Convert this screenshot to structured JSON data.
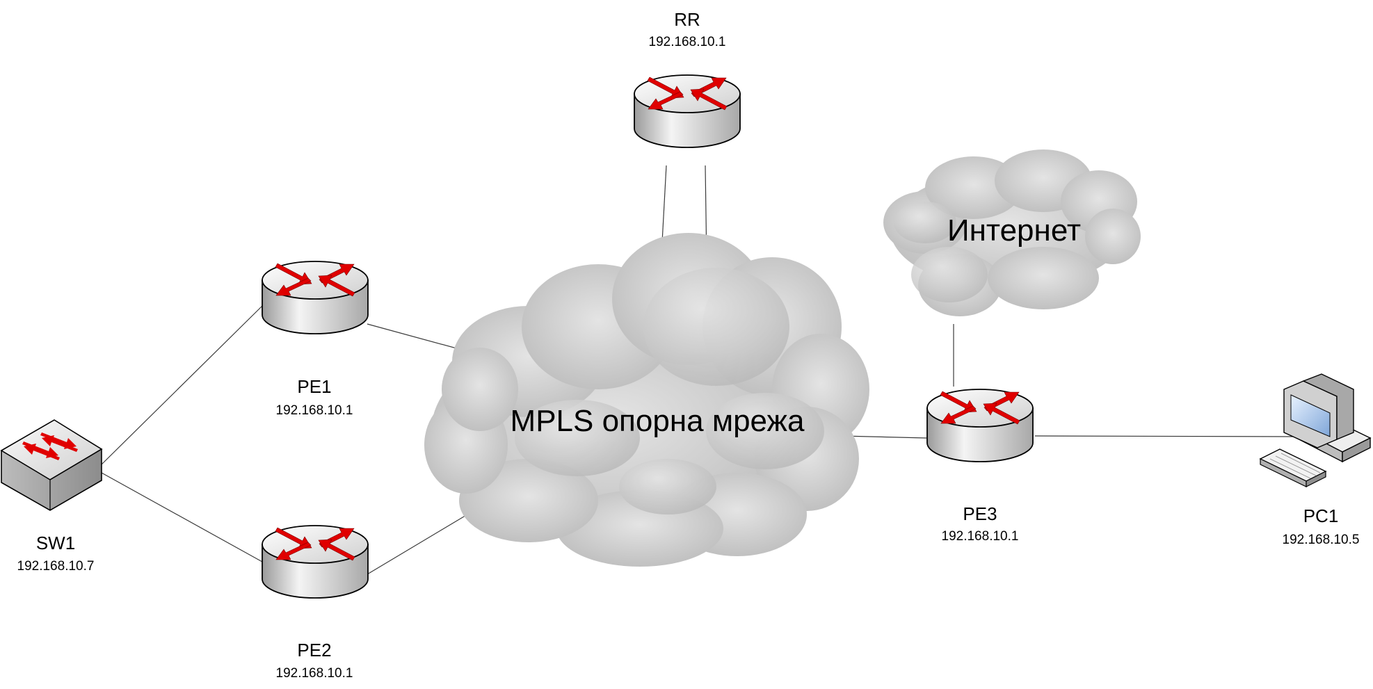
{
  "nodes": {
    "rr": {
      "name": "RR",
      "ip": "192.168.10.1"
    },
    "pe1": {
      "name": "PE1",
      "ip": "192.168.10.1"
    },
    "pe2": {
      "name": "PE2",
      "ip": "192.168.10.1"
    },
    "pe3": {
      "name": "PE3",
      "ip": "192.168.10.1"
    },
    "sw1": {
      "name": "SW1",
      "ip": "192.168.10.7"
    },
    "pc1": {
      "name": "PC1",
      "ip": "192.168.10.5"
    }
  },
  "clouds": {
    "mpls": {
      "label": "MPLS опорна мрежа"
    },
    "internet": {
      "label": "Интернет"
    }
  },
  "colors": {
    "arrow_red": "#e00000",
    "router_body": "#d9d9d9",
    "cloud_fill": "#cfcfcf"
  },
  "icons": {
    "router": "router-icon",
    "switch": "switch-icon",
    "pc": "desktop-computer-icon",
    "cloud": "cloud-icon"
  }
}
